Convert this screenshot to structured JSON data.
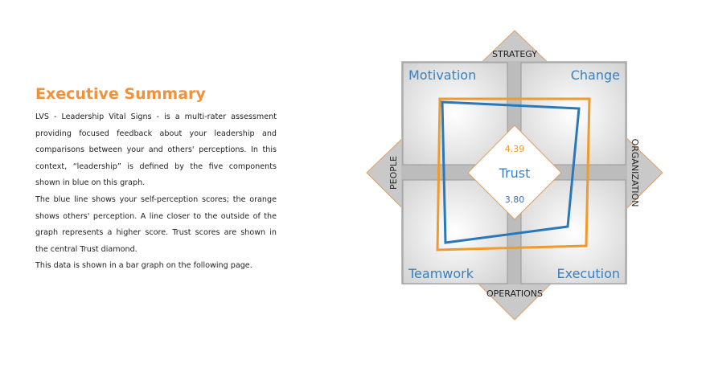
{
  "summary": {
    "title": "Executive Summary",
    "paragraph1": "LVS - Leadership Vital Signs - is a multi-rater assessment providing focused feedback about your leadership and comparisons between your and others' perceptions.  In this context, “leadership” is defined by the five components shown in blue on this graph.",
    "paragraph2": "The blue line shows your self-perception scores; the orange shows others' perception.  A line closer to the outside of the graph represents a higher score.  Trust scores are shown in the central Trust diamond.",
    "paragraph3": "This data is shown in a bar graph on the following page."
  },
  "diagram": {
    "axes": {
      "top": "STRATEGY",
      "right": "ORGANIZATION",
      "bottom": "OPERATIONS",
      "left": "PEOPLE"
    },
    "quadrants": {
      "top_left": "Motivation",
      "top_right": "Change",
      "bottom_left": "Teamwork",
      "bottom_right": "Execution"
    },
    "center": {
      "label": "Trust",
      "others_score": "4.39",
      "self_score": "3.80"
    },
    "colors": {
      "self": "#2b78b8",
      "others": "#ef9a2b",
      "label": "#3a80c0"
    }
  }
}
